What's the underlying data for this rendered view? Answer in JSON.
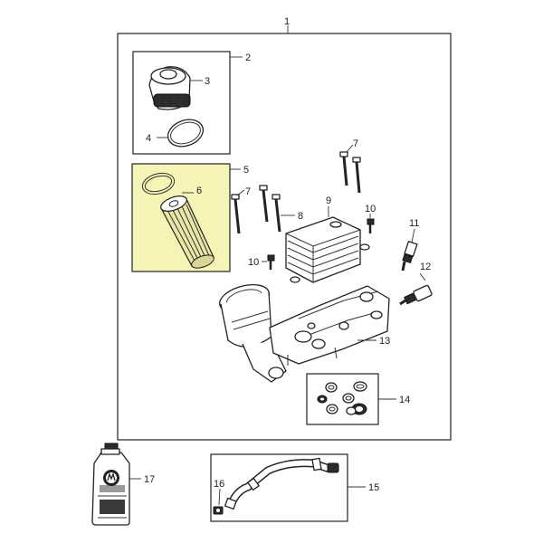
{
  "diagram": {
    "callouts": {
      "c1": "1",
      "c2": "2",
      "c3": "3",
      "c4": "4",
      "c5": "5",
      "c6": "6",
      "c7a": "7",
      "c7b": "7",
      "c8": "8",
      "c9": "9",
      "c10a": "10",
      "c10b": "10",
      "c11": "11",
      "c12": "12",
      "c13": "13",
      "c14": "14",
      "c15": "15",
      "c16": "16",
      "c17": "17"
    },
    "colors": {
      "filter_highlight": "#f6f3b6",
      "line": "#222222"
    },
    "icons": [
      "oil-bottle-icon",
      "mopar-logo-icon"
    ]
  }
}
